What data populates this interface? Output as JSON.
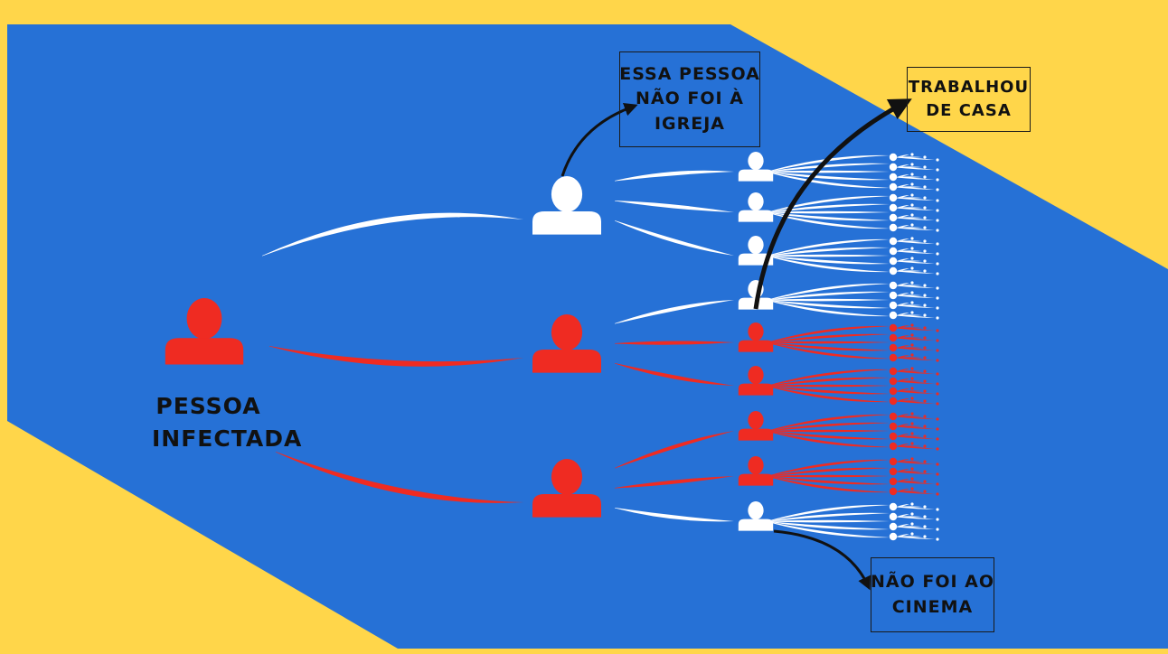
{
  "colors": {
    "background": "#ffd64a",
    "band": "#2671d6",
    "infected": "#ef2b22",
    "healthy": "#ffffff",
    "ink": "#111111"
  },
  "source": {
    "label_line1": "PESSOA",
    "label_line2": "INFECTADA",
    "icon": "person-silhouette-icon"
  },
  "annotations": {
    "church": {
      "line1": "ESSA PESSOA",
      "line2": "NÃO FOI À",
      "line3": "IGREJA"
    },
    "work": {
      "line1": "TRABALHOU",
      "line2": "DE CASA"
    },
    "cinema": {
      "line1": "NÃO FOI AO",
      "line2": "CINEMA"
    }
  },
  "tree": {
    "second_generation": [
      {
        "status": "healthy"
      },
      {
        "status": "infected"
      },
      {
        "status": "infected"
      }
    ],
    "third_generation": [
      {
        "status": "healthy"
      },
      {
        "status": "healthy"
      },
      {
        "status": "healthy"
      },
      {
        "status": "healthy"
      },
      {
        "status": "infected"
      },
      {
        "status": "infected"
      },
      {
        "status": "infected"
      },
      {
        "status": "infected"
      },
      {
        "status": "healthy"
      }
    ]
  }
}
